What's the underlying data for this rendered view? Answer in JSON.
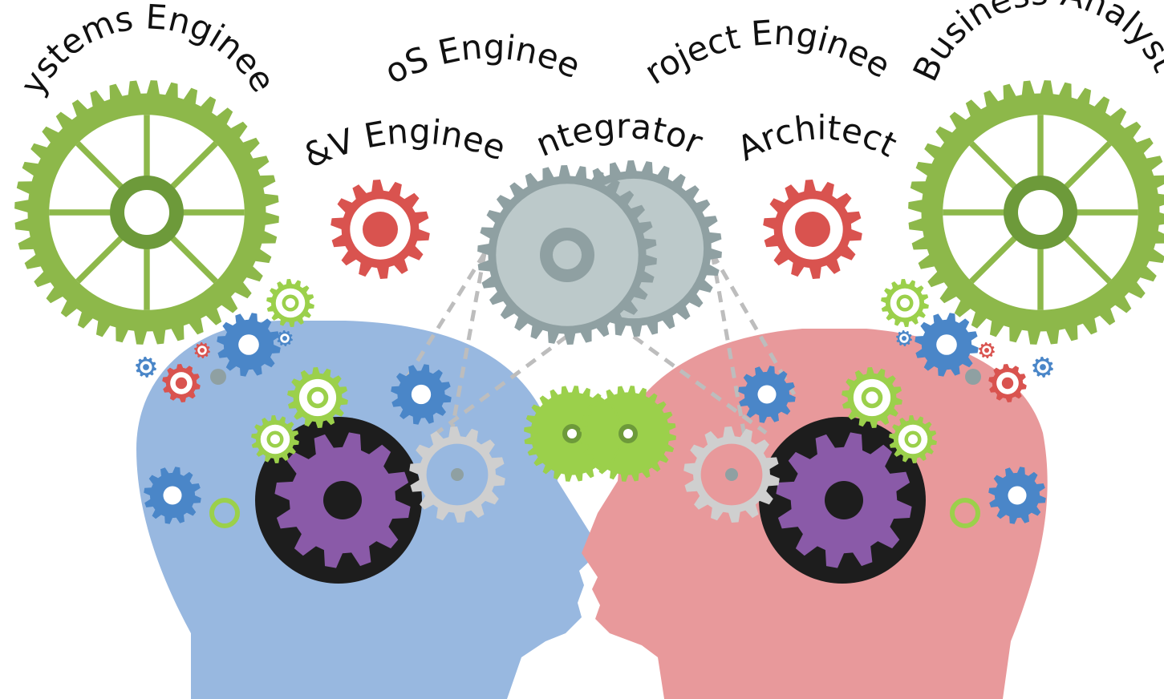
{
  "roles": {
    "systems_engineer": "Systems Engineer",
    "sos_engineer": "SoS Engineer",
    "project_engineer": "Project  Engineer",
    "business_analyst": "Business Analyst",
    "vv_engineer": "V&V Engineer",
    "integrator": "Integrator",
    "architect": "Architect"
  },
  "colors": {
    "left_head": "#98b8e0",
    "right_head": "#e8999b",
    "big_green_gear": "#8db84a",
    "dark_green_hub": "#6d9a3a",
    "red_gear": "#d9534f",
    "grey_gear": "#8fa0a2",
    "grey_gear_fill": "#bcc9ca",
    "blue_gear": "#4a86c8",
    "purple_gear": "#8a5aa8",
    "black_disc": "#1d1d1d",
    "light_grey_gear": "#cfcfcf",
    "dash_line": "#bdbdbd",
    "text": "#111111"
  },
  "icons": {
    "left_head": "human-head-profile-icon",
    "right_head": "human-head-profile-icon",
    "gears": "gear-icon"
  }
}
